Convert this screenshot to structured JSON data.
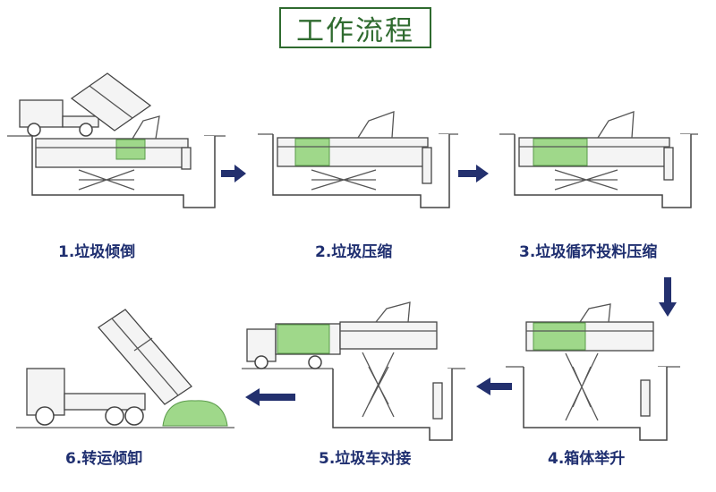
{
  "title": "工作流程",
  "steps": [
    {
      "label": "1.垃圾倾倒"
    },
    {
      "label": "2.垃圾压缩"
    },
    {
      "label": "3.垃圾循环投料压缩"
    },
    {
      "label": "4.箱体举升"
    },
    {
      "label": "5.垃圾车对接"
    },
    {
      "label": "6.转运倾卸"
    }
  ],
  "colors": {
    "title": "#2f6b2f",
    "label": "#1f2f70",
    "arrow": "#23306e",
    "compressed_garbage": "#9fd88a"
  }
}
